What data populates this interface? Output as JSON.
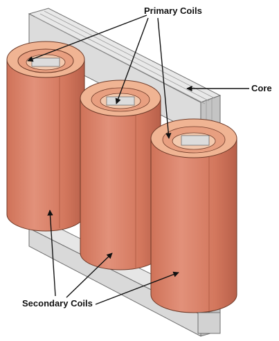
{
  "labels": {
    "primary": "Primary Coils",
    "core": "Core",
    "secondary": "Secondary Coils"
  },
  "colors": {
    "core_face": "#e4e4e4",
    "core_side": "#c9c9c9",
    "core_edge": "#6e6e6e",
    "coil_body": "#d97e64",
    "coil_top": "#f0b493",
    "coil_edge": "#6e3a28",
    "pointer": "#111111"
  }
}
